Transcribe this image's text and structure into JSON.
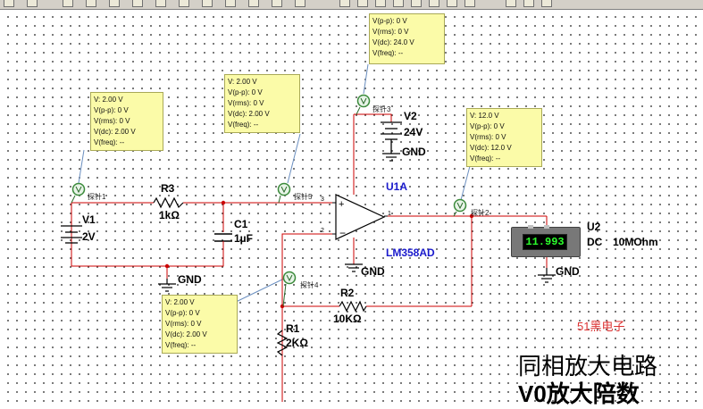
{
  "components": {
    "v1": {
      "name": "V1",
      "value": "2V"
    },
    "v2": {
      "name": "V2",
      "value": "24V",
      "ground": "GND"
    },
    "r3": {
      "name": "R3",
      "value": "1kΩ"
    },
    "c1": {
      "name": "C1",
      "value": "1µF"
    },
    "r2": {
      "name": "R2",
      "value": "10KΩ"
    },
    "r1": {
      "name": "R1",
      "value": "2KΩ"
    },
    "u1": {
      "name": "U1A",
      "part": "LM358AD",
      "ground": "GND",
      "pin_plus": "3",
      "pin_minus": "2",
      "pin_out": "1"
    },
    "u2": {
      "name": "U2",
      "mode": "DC",
      "resistance": "10MOhm",
      "reading": "11.993",
      "ground": "GND"
    },
    "gnd_main": "GND"
  },
  "probes": [
    {
      "tag": "探针1",
      "lines": [
        "V: 2.00 V",
        "V(p-p): 0 V",
        "V(rms): 0 V",
        "V(dc): 2.00 V",
        "V(freq): --"
      ]
    },
    {
      "tag": "探针5",
      "lines": [
        "V: 2.00 V",
        "V(p-p): 0 V",
        "V(rms): 0 V",
        "V(dc): 2.00 V",
        "V(freq): --"
      ]
    },
    {
      "tag": "探针3",
      "lines": [
        "V(p-p): 0 V",
        "V(rms): 0 V",
        "V(dc): 24.0 V",
        "V(freq): --"
      ]
    },
    {
      "tag": "探针2",
      "lines": [
        "V: 12.0 V",
        "V(p-p): 0 V",
        "V(rms): 0 V",
        "V(dc): 12.0 V",
        "V(freq): --"
      ]
    },
    {
      "tag": "探针4",
      "lines": [
        "V: 2.00 V",
        "V(p-p): 0 V",
        "V(rms): 0 V",
        "V(dc): 2.00 V",
        "V(freq): --"
      ]
    }
  ],
  "annotations": {
    "title_line1": "同相放大电路",
    "title_line2": "V0放大陪数",
    "watermark": "51黑电子"
  },
  "colors": {
    "wire": "#cc0000",
    "probe": "#3a8a3a",
    "note_bg": "#fbfba8",
    "meter_digits": "#2cff2c",
    "label_blue": "#1a1acc"
  }
}
